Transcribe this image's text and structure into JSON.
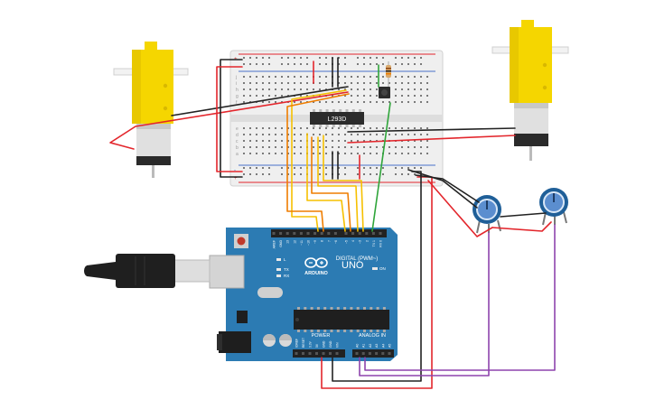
{
  "driver_chip": {
    "label": "L293D"
  },
  "arduino": {
    "logo_text": "ARDUINO",
    "model": "UNO",
    "digital_header": "DIGITAL (PWM~)",
    "power_header": "POWER",
    "analog_header": "ANALOG IN",
    "on_led": "ON",
    "tx_label": "TX",
    "rx_label": "RX",
    "led_label": "L",
    "digital_pins": [
      "AREF",
      "GND",
      "13",
      "12",
      "~11",
      "~10",
      "~9",
      "8",
      "7",
      "~6",
      "~5",
      "4",
      "~3",
      "2",
      "TX 1",
      "RX 0"
    ],
    "power_pins": [
      "IOREF",
      "RESET",
      "3.3V",
      "5V",
      "GND",
      "GND",
      "VIN"
    ],
    "analog_pins": [
      "A0",
      "A1",
      "A2",
      "A3",
      "A4",
      "A5"
    ]
  },
  "breadboard": {
    "top_rails": [
      "+",
      "-"
    ],
    "bottom_rails": [
      "-",
      "+"
    ],
    "row_letters_top": [
      "j",
      "i",
      "h",
      "g",
      "f"
    ],
    "row_letters_bottom": [
      "e",
      "d",
      "c",
      "b",
      "a"
    ]
  },
  "components": {
    "motor_left": "dc-gear-motor",
    "motor_right": "dc-gear-motor",
    "pot_1": "potentiometer",
    "pot_2": "potentiometer",
    "push_button": "pushbutton",
    "resistor": "resistor",
    "usb_cable": "usb-b-cable"
  },
  "colors": {
    "wire_red": "#e3262c",
    "wire_black": "#222222",
    "wire_yellow": "#f6c000",
    "wire_orange": "#ef7d00",
    "wire_green": "#2fa53a",
    "wire_purple": "#8e44ad",
    "arduino_board": "#2c7bb3",
    "motor_yellow": "#f5d600",
    "pot_blue": "#1f5f98"
  }
}
